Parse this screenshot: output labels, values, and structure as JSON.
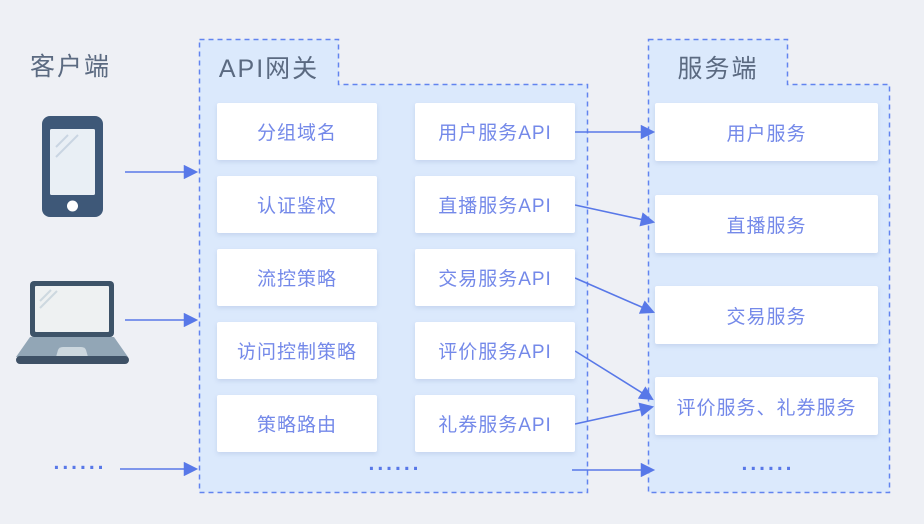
{
  "diagram": {
    "client": {
      "title": "客户端",
      "device_icons": [
        "phone-icon",
        "laptop-icon"
      ],
      "more": "......"
    },
    "gateway": {
      "title": "API网关",
      "policies": [
        "分组域名",
        "认证鉴权",
        "流控策略",
        "访问控制策略",
        "策略路由"
      ],
      "apis": [
        "用户服务API",
        "直播服务API",
        "交易服务API",
        "评价服务API",
        "礼券服务API"
      ],
      "more": "......"
    },
    "server": {
      "title": "服务端",
      "services": [
        "用户服务",
        "直播服务",
        "交易服务",
        "评价服务、礼券服务"
      ],
      "more": "......"
    },
    "colors": {
      "background": "#eef0f5",
      "container_fill": "#dbe9fc",
      "dashed_border": "#6284ef",
      "box_text": "#7489e9",
      "title_text": "#5b6a81",
      "arrow": "#5878e8",
      "phone_body": "#3e5878",
      "laptop_base": "#92a6b6"
    }
  }
}
